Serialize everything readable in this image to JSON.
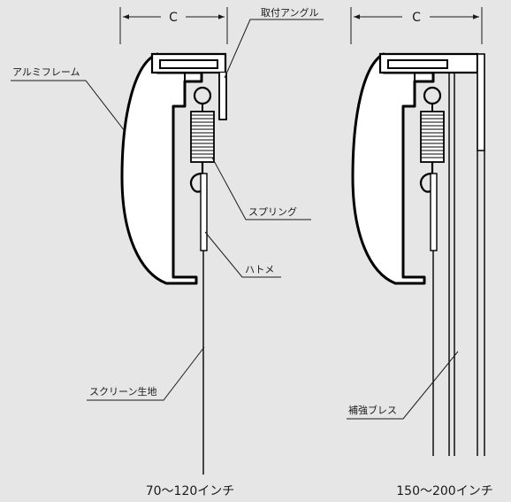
{
  "dimension_label": "C",
  "labels": {
    "mounting_angle": "取付アングル",
    "aluminum_frame": "アルミフレーム",
    "spring": "スプリング",
    "grommet": "ハトメ",
    "screen_fabric": "スクリーン生地",
    "reinforcement_brace": "補強ブレス"
  },
  "captions": {
    "left": "70〜120インチ",
    "right": "150〜200インチ"
  }
}
